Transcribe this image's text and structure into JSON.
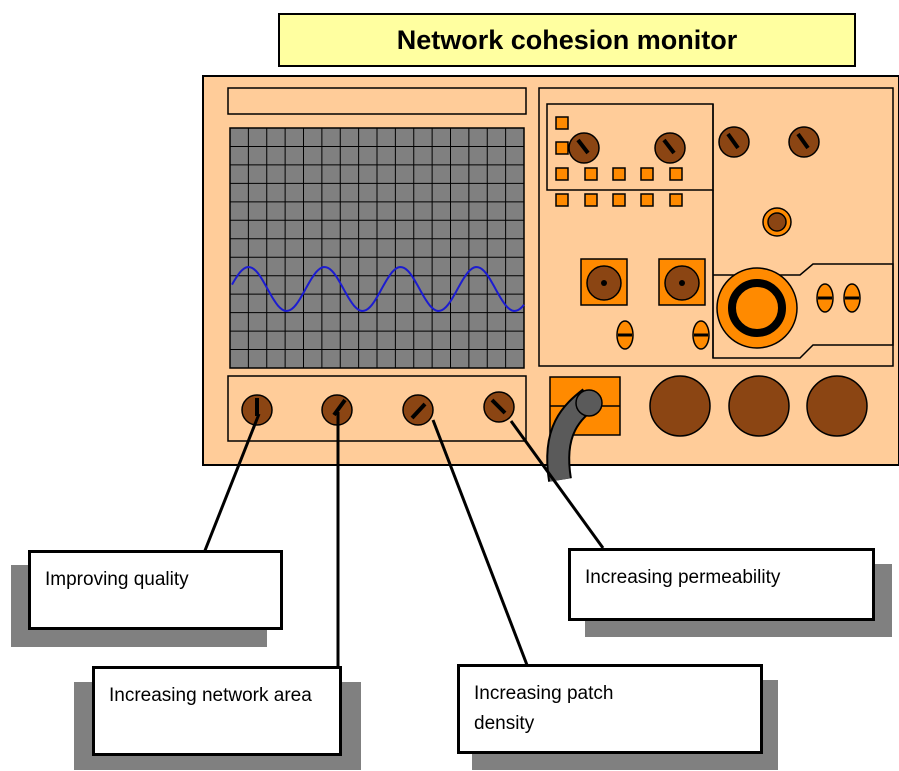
{
  "title": "Network cohesion monitor",
  "labels": {
    "improving_quality": "Improving quality",
    "increasing_network_area": "Increasing network area",
    "increasing_patch_density": "Increasing patch density",
    "increasing_permeability": "Increasing permeability"
  },
  "colors": {
    "panel": "#ffcc99",
    "screen": "#808080",
    "wave": "#1c1cd0",
    "knob": "#8b4513",
    "accent_orange": "#ff8a00",
    "title_bg": "#ffffa0",
    "shadow": "#808080"
  },
  "icons": {
    "knob": "knob-icon",
    "button": "square-button-icon",
    "jack": "jack-icon",
    "switch": "toggle-switch-icon"
  }
}
